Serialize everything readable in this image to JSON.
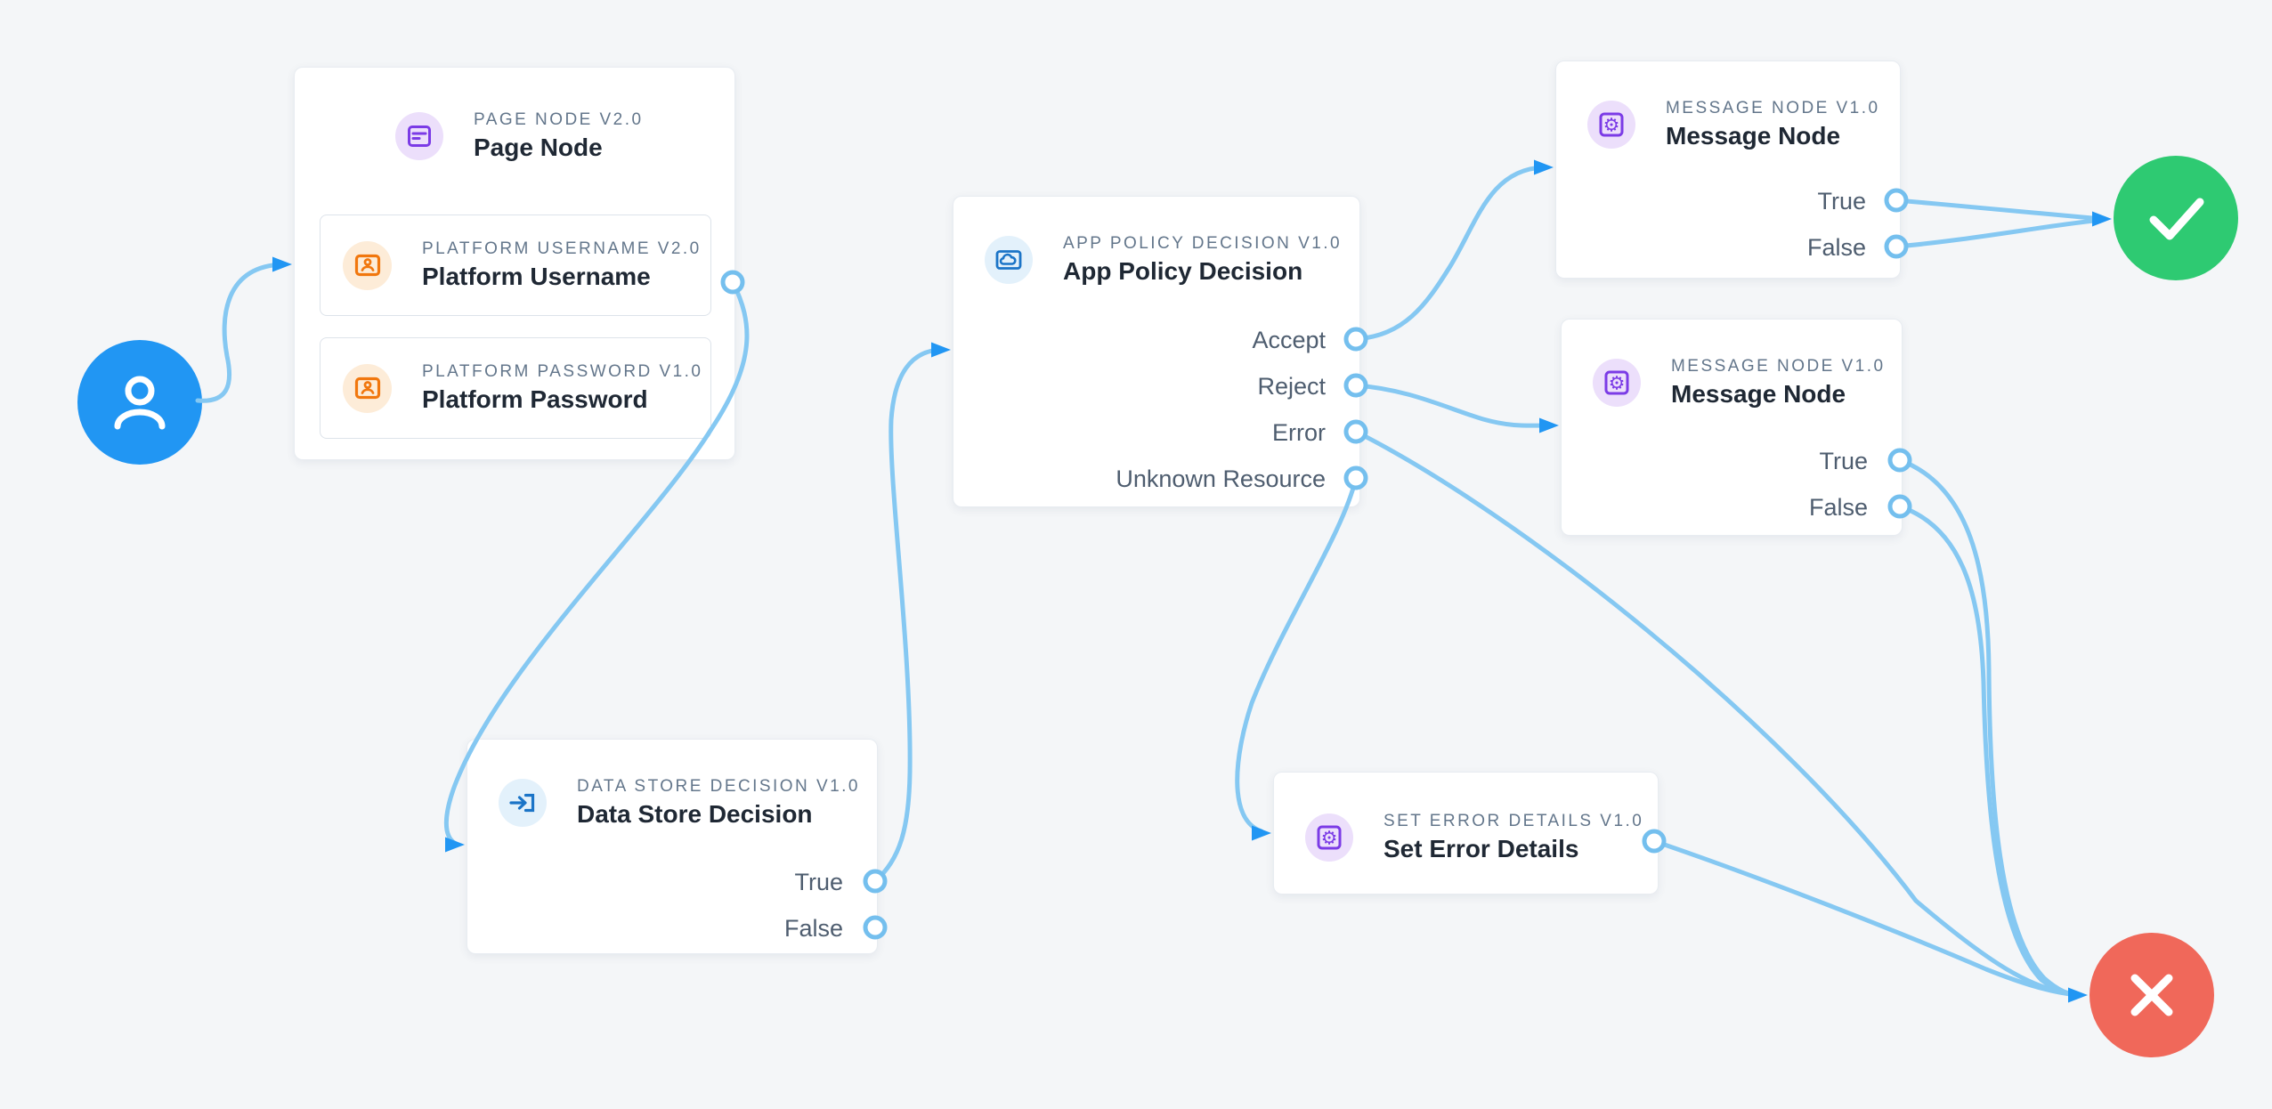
{
  "app": {
    "name": "flow-designer-canvas"
  },
  "nodes": {
    "page_node": {
      "type_label": "PAGE NODE V2.0",
      "title": "Page Node",
      "icon": "form-icon",
      "children": [
        {
          "type_label": "PLATFORM USERNAME V2.0",
          "title": "Platform Username",
          "icon": "id-card-icon"
        },
        {
          "type_label": "PLATFORM PASSWORD V1.0",
          "title": "Platform Password",
          "icon": "id-card-icon"
        }
      ]
    },
    "data_store_decision": {
      "type_label": "DATA STORE DECISION V1.0",
      "title": "Data Store Decision",
      "icon": "sign-in-icon",
      "outputs": [
        "True",
        "False"
      ]
    },
    "app_policy_decision": {
      "type_label": "APP POLICY DECISION V1.0",
      "title": "App Policy Decision",
      "icon": "cloud-icon",
      "outputs": [
        "Accept",
        "Reject",
        "Error",
        "Unknown Resource"
      ]
    },
    "message_node_top": {
      "type_label": "MESSAGE NODE V1.0",
      "title": "Message Node",
      "icon": "gear-icon",
      "outputs": [
        "True",
        "False"
      ]
    },
    "message_node_bottom": {
      "type_label": "MESSAGE NODE V1.0",
      "title": "Message Node",
      "icon": "gear-icon",
      "outputs": [
        "True",
        "False"
      ]
    },
    "set_error_details": {
      "type_label": "SET ERROR DETAILS V1.0",
      "title": "Set Error Details",
      "icon": "gear-icon"
    }
  },
  "terminals": {
    "start": {
      "icon": "user-icon",
      "color": "#2196f3"
    },
    "success": {
      "icon": "check-icon",
      "color": "#2eca72"
    },
    "failure": {
      "icon": "x-icon",
      "color": "#f0685a"
    }
  },
  "edges": [
    {
      "from": "start",
      "to": "page-node"
    },
    {
      "from": "platform-username",
      "to": "data-store-decision"
    },
    {
      "from": "data-store-decision.True",
      "to": "app-policy-decision"
    },
    {
      "from": "app-policy-decision.Accept",
      "to": "message-node-top"
    },
    {
      "from": "app-policy-decision.Reject",
      "to": "message-node-bottom"
    },
    {
      "from": "app-policy-decision.Error",
      "to": "failure"
    },
    {
      "from": "app-policy-decision.Unknown Resource",
      "to": "set-error-details"
    },
    {
      "from": "message-node-top.True",
      "to": "success"
    },
    {
      "from": "message-node-top.False",
      "to": "success"
    },
    {
      "from": "message-node-bottom.True",
      "to": "failure"
    },
    {
      "from": "message-node-bottom.False",
      "to": "failure"
    },
    {
      "from": "set-error-details",
      "to": "failure"
    }
  ],
  "colors": {
    "background": "#f4f6f8",
    "edge": "#85c8f2",
    "arrowhead": "#2196f3",
    "port_stroke": "#74bfee",
    "start_circle": "#2196f3",
    "success_circle": "#2eca72",
    "failure_circle": "#f0685a",
    "purple_icon": "#7b3be6",
    "orange_icon": "#f1770e",
    "blue_icon": "#1b74c7"
  }
}
